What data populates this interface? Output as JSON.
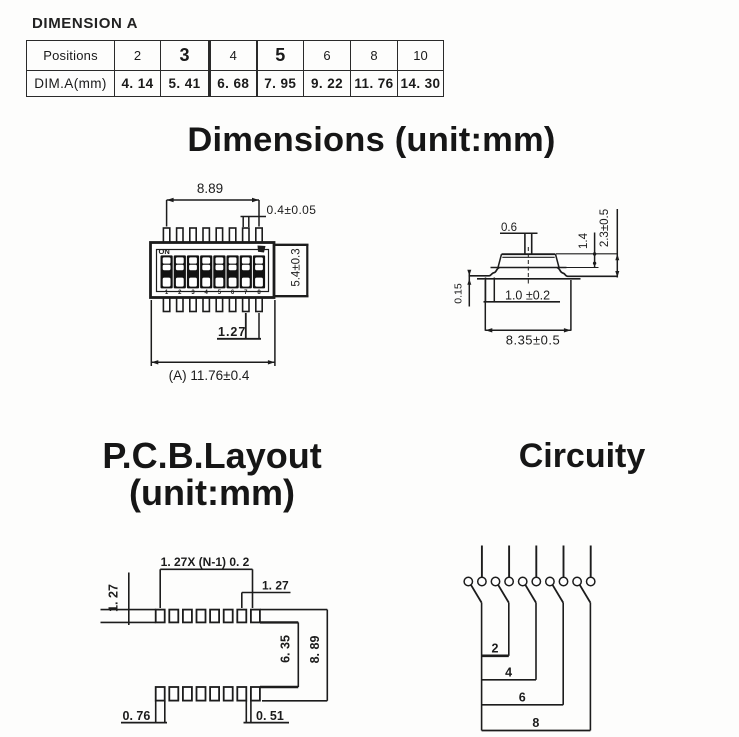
{
  "accent_ink": "#1c1c1c",
  "dimension_table": {
    "label": "DIMENSION A",
    "rows": [
      {
        "name": "header",
        "cells": [
          "Positions",
          "2",
          "3",
          "4",
          "5",
          "6",
          "8",
          "10"
        ]
      },
      {
        "name": "values",
        "cells": [
          "DIM.A(mm)",
          "4. 14",
          "5. 41",
          "6. 68",
          "7. 95",
          "9. 22",
          "11. 76",
          "14. 30"
        ]
      }
    ],
    "emphasized_columns": [
      "3",
      "5"
    ]
  },
  "titles": {
    "dimensions": "Dimensions (unit:mm)",
    "pcb_line1": "P.C.B.Layout",
    "pcb_line2": "(unit:mm)",
    "circuit": "Circuity"
  },
  "top_view": {
    "on_label": "ON",
    "position_numbers": [
      "1",
      "2",
      "3",
      "4",
      "5",
      "6",
      "7",
      "8"
    ],
    "dims": {
      "pin_span": "8.89",
      "pin_width": "0.4±0.05",
      "body_height": "5.4±0.3",
      "pin_pitch": "1.27",
      "overall_width": "(A) 11.76±0.4"
    }
  },
  "side_view": {
    "dims": {
      "stem_width": "0.6",
      "cap_height": "1.4",
      "total_height": "2.3±0.5",
      "lead_thickness": "0.15",
      "foot_length": "1.0 ±0.2",
      "overall_width": "8.35±0.5"
    }
  },
  "pcb_layout": {
    "dims": {
      "pad_span": "1. 27X (N-1) 0. 2",
      "pad_pitch": "1. 27",
      "pad_height": "1. 27",
      "row_inner_gap": "6. 35",
      "row_outer_span": "8. 89",
      "pad_width": "0. 76",
      "pad_gap": "0. 51"
    }
  },
  "circuit": {
    "bus_labels": [
      "2",
      "4",
      "6",
      "8"
    ]
  }
}
